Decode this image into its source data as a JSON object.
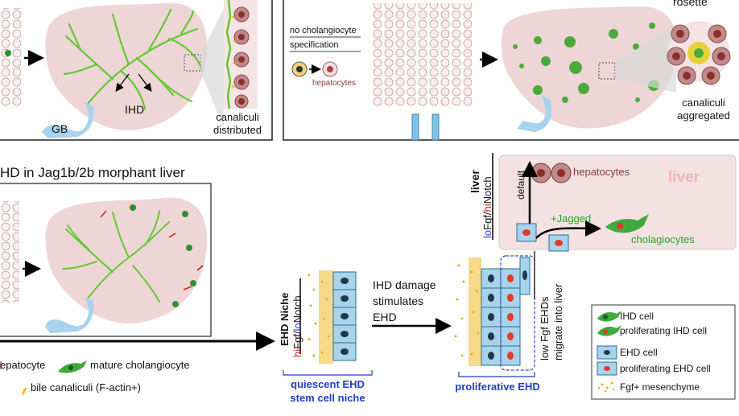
{
  "panel_top_left": {
    "gb_label": "GB",
    "ihd_label": "IHD",
    "canaliculi_line1": "canaliculi",
    "canaliculi_line2": "distributed"
  },
  "panel_top_right": {
    "no_spec_line1": "no cholangiocyte",
    "no_spec_line2": "specification",
    "hepatocytes_label": "hepatocytes",
    "rosette_label": "rosette",
    "canaliculi_line1": "canaliculi",
    "canaliculi_line2": "aggregated"
  },
  "panel_bottom_left": {
    "title": "HD in Jag1b/2b morphant liver",
    "legend_hepatocyte": "epatocyte",
    "legend_mature_cholangiocyte": "mature cholangiocyte",
    "legend_bile_canaliculi": "bile canaliculi (F-actin+)"
  },
  "ehd_scheme": {
    "niche_title": "EHD Niche",
    "niche_signal_hi": "hi",
    "niche_signal_fgf": "Fgf/",
    "niche_signal_lo": "lo",
    "niche_signal_notch": "Notch",
    "damage_line1": "IHD damage",
    "damage_line2": "stimulates",
    "damage_line3": "EHD",
    "quiescent_line1": "quiescent EHD",
    "quiescent_line2": "stem cell niche",
    "proliferative_label": "proliferative EHD",
    "migrate_line1": "low Fgf EHDs",
    "migrate_line2": "migrate into liver",
    "liver_label": "liver",
    "liver_title": "liver",
    "liver_signal_lo": "lo",
    "liver_signal_fgf": "Fgf/",
    "liver_signal_hi": "hi",
    "liver_signal_notch": "Notch",
    "default_label": "default",
    "hepatocytes_label": "hepatocytes",
    "jagged_label": "+Jagged",
    "cholangiocytes_label": "cholagiocytes"
  },
  "legend_box": {
    "items": [
      "IHD cell",
      "proliferating IHD cell",
      "EHD cell",
      "proliferating EHD cell",
      "Fgf+ mesenchyme"
    ]
  },
  "colors": {
    "liver_pink": "#eed6d6",
    "duct_green": "#63c832",
    "gallbladder_blue": "#a8d3ec",
    "ehd_cell_blue": "#a9d3ec",
    "nucleus_dark": "#1e3a4a",
    "nucleus_red": "#e03c28",
    "mesenchyme_orange": "#f0a82a",
    "niche_blue": "#1f3fbf"
  }
}
